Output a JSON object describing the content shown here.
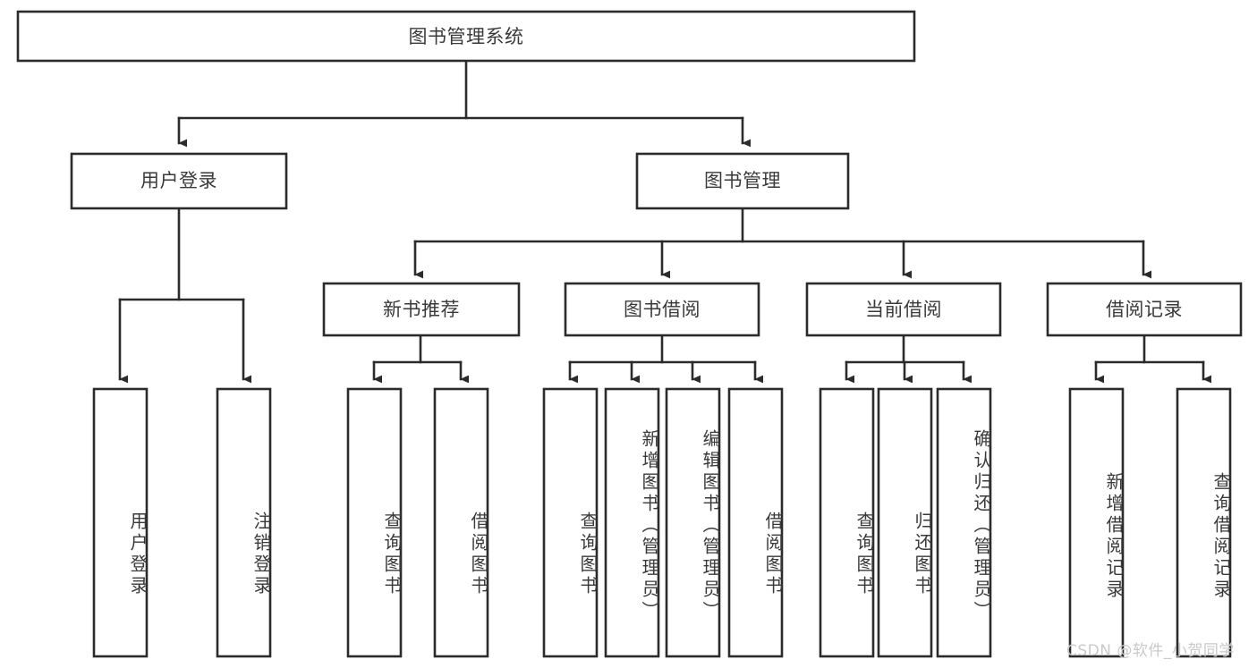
{
  "diagram": {
    "type": "function-hierarchy-tree",
    "title_text": "图书管理系统",
    "colors": {
      "background": "#ffffff",
      "box_fill": "#ffffff",
      "box_stroke": "#2b2b2b",
      "connector": "#2b2b2b",
      "text": "#3a3a3a",
      "watermark": "#c9c9c9"
    },
    "root": {
      "label": "图书管理系统"
    },
    "level2": [
      {
        "label": "用户登录"
      },
      {
        "label": "图书管理"
      }
    ],
    "level3": [
      {
        "label": "新书推荐"
      },
      {
        "label": "图书借阅"
      },
      {
        "label": "当前借阅"
      },
      {
        "label": "借阅记录"
      }
    ],
    "leaves": {
      "user_login": [
        {
          "label": "用户登录"
        },
        {
          "label": "注销登录"
        }
      ],
      "new_book_recommend": [
        {
          "label": "查询图书"
        },
        {
          "label": "借阅图书"
        }
      ],
      "book_borrow": [
        {
          "label": "查询图书"
        },
        {
          "label": "新增图书（管理员）"
        },
        {
          "label": "编辑图书（管理员）"
        },
        {
          "label": "借阅图书"
        }
      ],
      "current_borrow": [
        {
          "label": "查询图书"
        },
        {
          "label": "归还图书"
        },
        {
          "label": "确认归还（管理员）"
        }
      ],
      "borrow_record": [
        {
          "label": "新增借阅记录"
        },
        {
          "label": "查询借阅记录"
        }
      ]
    },
    "watermark": {
      "text": "CSDN @软件_小贺同学"
    }
  }
}
